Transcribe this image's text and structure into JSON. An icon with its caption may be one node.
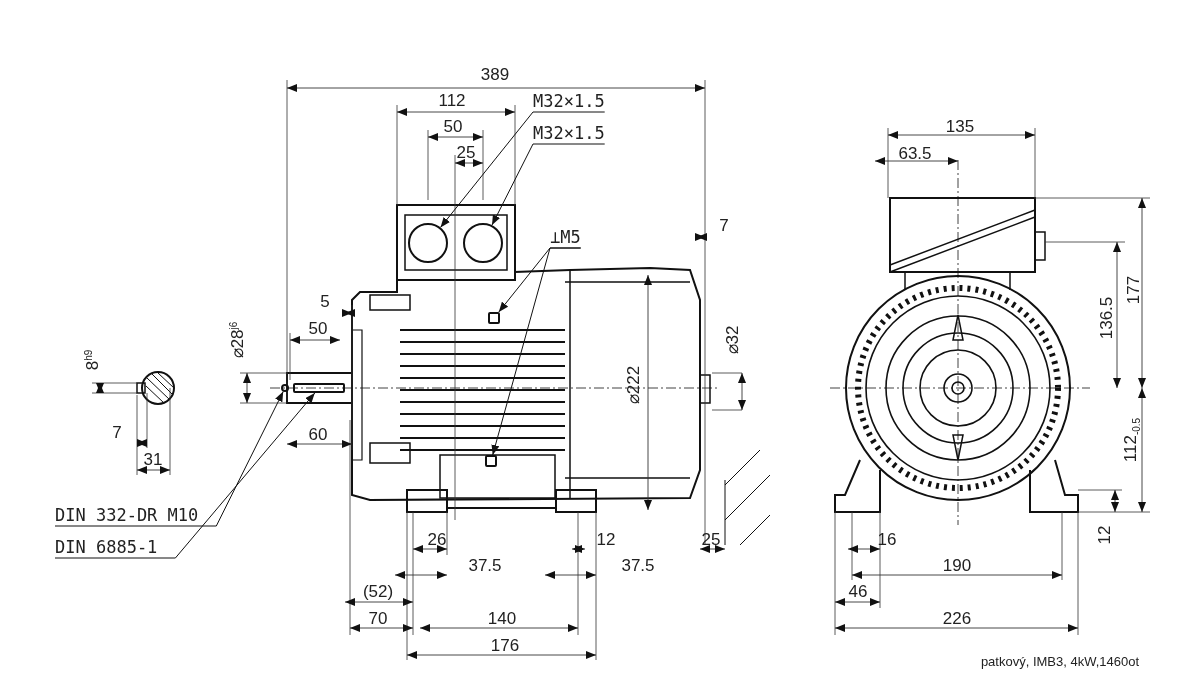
{
  "diagram": {
    "caption": "patkový, IMB3, 4kW,1460ot",
    "nodes": [
      {
        "text": [
          "M32×1.5"
        ]
      },
      {
        "text": [
          "M32×1.5"
        ]
      },
      {
        "text": [
          "⊥M5"
        ]
      },
      {
        "text": [
          "DIN 332-DR M10"
        ]
      },
      {
        "text": [
          "DIN 6885-1"
        ]
      },
      {
        "text": [],
        "shape": "circle"
      },
      {
        "text": [],
        "shape": "circle"
      },
      {
        "text": [],
        "shape": "box"
      },
      {
        "text": [],
        "shape": "box"
      },
      {
        "text": [],
        "shape": "circle"
      },
      {
        "text": [],
        "shape": "box"
      }
    ],
    "edges": [
      {
        "from": 0,
        "to": 5,
        "arrow": "to"
      },
      {
        "from": 1,
        "to": 6,
        "arrow": "to"
      },
      {
        "from": 2,
        "to": 7,
        "arrow": "to"
      },
      {
        "from": 2,
        "to": 8,
        "arrow": "to"
      },
      {
        "from": 3,
        "to": 9,
        "arrow": "to"
      },
      {
        "from": 4,
        "to": 10,
        "arrow": "to"
      }
    ],
    "labels": [
      "389",
      "112",
      "50",
      "25",
      "7",
      "5",
      "50",
      "⌀28$^{j6}$",
      "8$^{h9}$",
      "7",
      "31",
      "60",
      "⌀222",
      "⌀32",
      "26",
      "12",
      "25",
      "37.5",
      "37.5",
      "(52)",
      "70",
      "140",
      "176",
      "135",
      "63.5",
      "177",
      "136.5",
      "112$_{-0.5}$",
      "12",
      "16",
      "190",
      "46",
      "226"
    ]
  }
}
